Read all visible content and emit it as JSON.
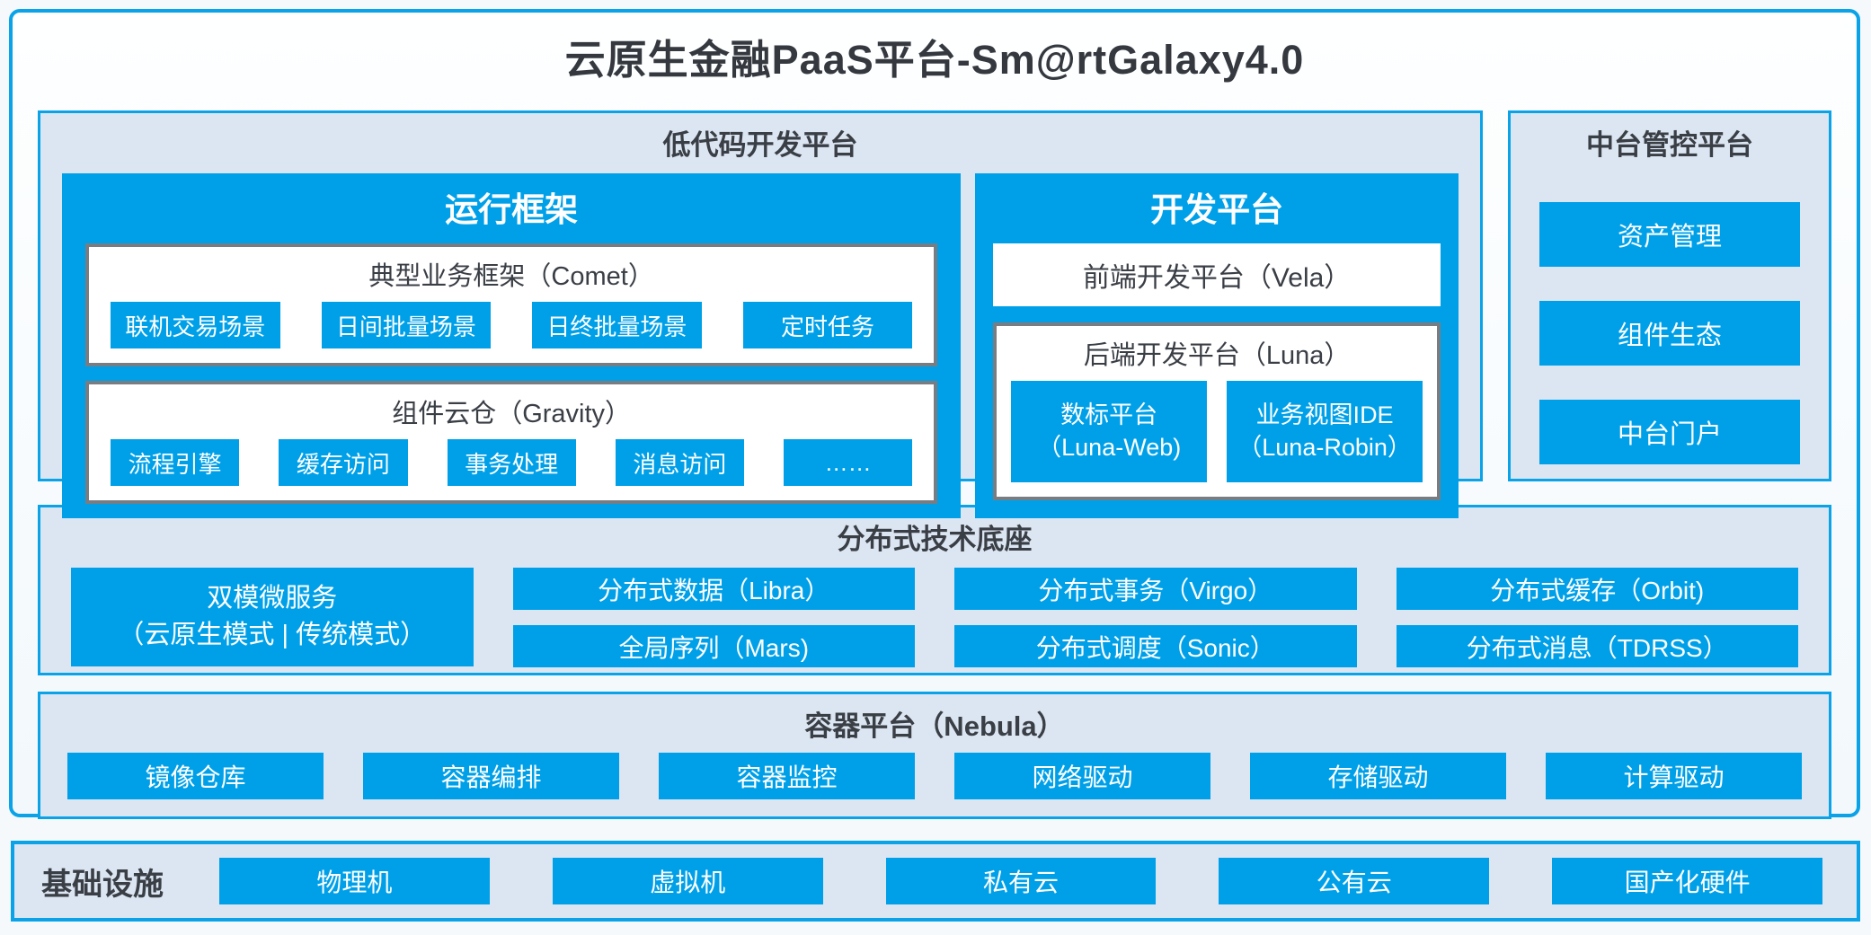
{
  "title": "云原生金融PaaS平台-Sm@rtGalaxy4.0",
  "colors": {
    "accent": "#00a0e9",
    "panel_border": "#0aa3e8",
    "panel_background": "#dce6f2",
    "box_border_gray": "#787d84",
    "text_dark": "#3a3e45",
    "text_on_accent": "#ffffff"
  },
  "lowcode": {
    "title": "低代码开发平台",
    "runtime": {
      "title": "运行框架",
      "comet": {
        "title": "典型业务框架（Comet）",
        "items": [
          "联机交易场景",
          "日间批量场景",
          "日终批量场景",
          "定时任务"
        ]
      },
      "gravity": {
        "title": "组件云仓（Gravity）",
        "items": [
          "流程引擎",
          "缓存访问",
          "事务处理",
          "消息访问",
          "……"
        ]
      }
    },
    "dev": {
      "title": "开发平台",
      "vela": "前端开发平台（Vela）",
      "luna": {
        "title": "后端开发平台（Luna）",
        "items": [
          {
            "line1": "数标平台",
            "line2": "（Luna-Web)"
          },
          {
            "line1": "业务视图IDE",
            "line2": "（Luna-Robin）"
          }
        ]
      }
    }
  },
  "midplatform": {
    "title": "中台管控平台",
    "items": [
      "资产管理",
      "组件生态",
      "中台门户"
    ]
  },
  "distributed": {
    "title": "分布式技术底座",
    "dual_service": {
      "line1": "双模微服务",
      "line2": "（云原生模式 | 传统模式）"
    },
    "row1": [
      "分布式数据（Libra）",
      "分布式事务（Virgo）",
      "分布式缓存（Orbit)"
    ],
    "row2": [
      "全局序列（Mars)",
      "分布式调度（Sonic）",
      "分布式消息（TDRSS）"
    ]
  },
  "container_platform": {
    "title": "容器平台（Nebula）",
    "items": [
      "镜像仓库",
      "容器编排",
      "容器监控",
      "网络驱动",
      "存储驱动",
      "计算驱动"
    ]
  },
  "infrastructure": {
    "title": "基础设施",
    "items": [
      "物理机",
      "虚拟机",
      "私有云",
      "公有云",
      "国产化硬件"
    ]
  }
}
